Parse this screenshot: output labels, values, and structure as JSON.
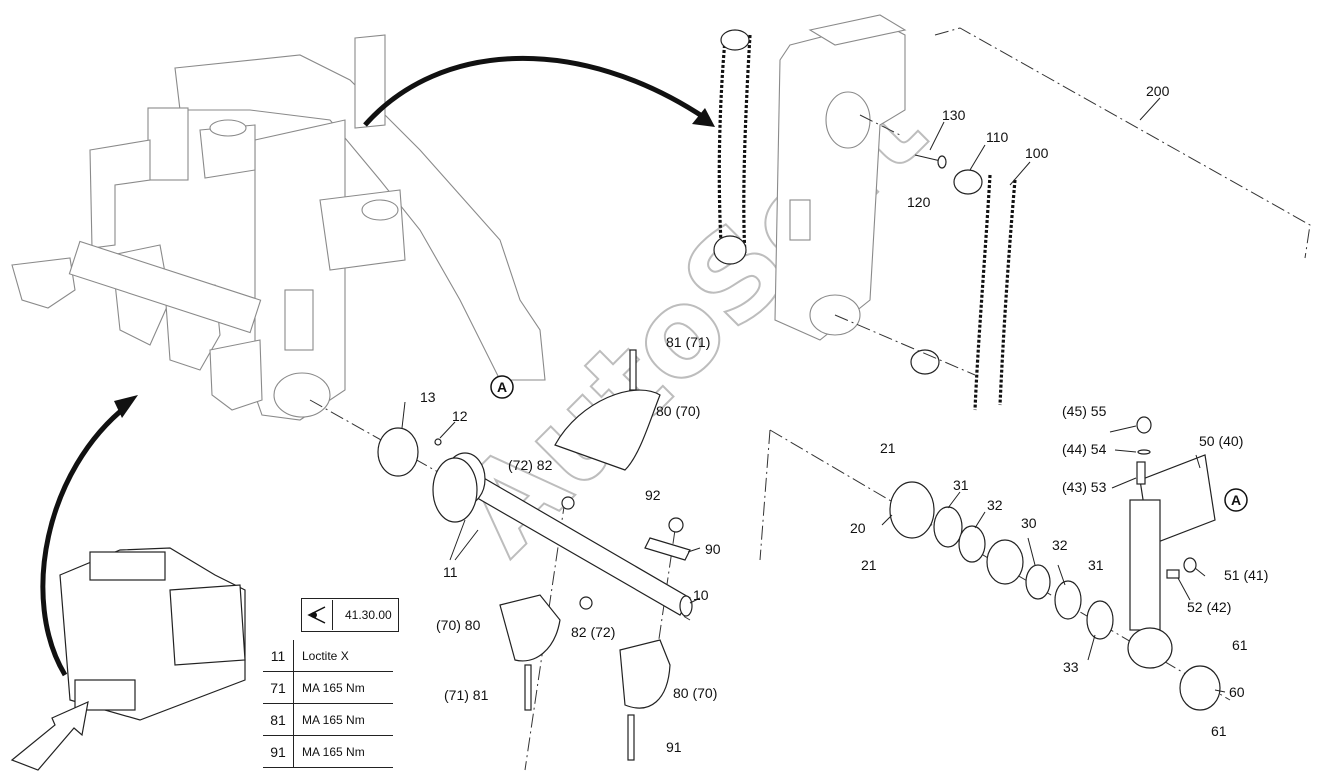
{
  "callouts": {
    "c200": "200",
    "c130": "130",
    "c110": "110",
    "c100": "100",
    "c120": "120",
    "c81_71_top": "81 (71)",
    "c80_70_top": "80 (70)",
    "c13": "13",
    "c12": "12",
    "c72_82": "(72) 82",
    "c92": "92",
    "c90": "90",
    "c10": "10",
    "c11": "11",
    "c82_72": "82 (72)",
    "c70_80": "(70) 80",
    "c71_81": "(71) 81",
    "c80_70_bottom": "80 (70)",
    "c91": "91",
    "c21_top": "21",
    "c20": "20",
    "c21_bottom": "21",
    "c31_a": "31",
    "c32_a": "32",
    "c30": "30",
    "c32_b": "32",
    "c31_b": "31",
    "c33": "33",
    "c45_55": "(45) 55",
    "c44_54": "(44) 54",
    "c43_53": "(43) 53",
    "c50_40": "50 (40)",
    "c51_41": "51 (41)",
    "c52_42": "52 (42)",
    "c61_top": "61",
    "c60": "60",
    "c61_bottom": "61"
  },
  "markers": {
    "view_a_left": "A",
    "view_a_right": "A"
  },
  "reference": {
    "icon": "eye-icon",
    "code": "41.30.00"
  },
  "torque_table": [
    {
      "item": "11",
      "spec": "Loctite X"
    },
    {
      "item": "71",
      "spec": "MA 165 Nm"
    },
    {
      "item": "81",
      "spec": "MA 165 Nm"
    },
    {
      "item": "91",
      "spec": "MA 165 Nm"
    }
  ],
  "watermark": "AutoSoft"
}
